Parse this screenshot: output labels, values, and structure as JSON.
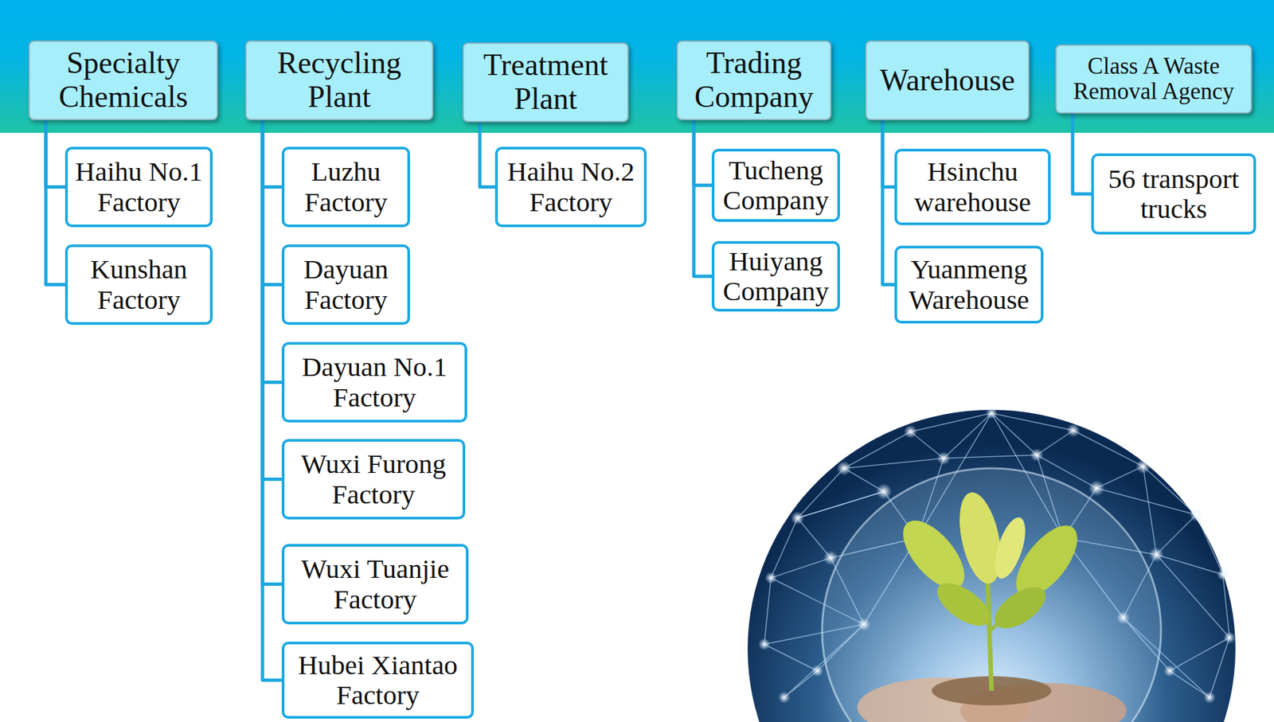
{
  "diagram": {
    "nodes": [
      {
        "text": [
          "Specialty Chemicals"
        ]
      },
      {
        "text": [
          "Haihu No.1 Factory"
        ]
      },
      {
        "text": [
          "Kunshan Factory"
        ]
      },
      {
        "text": [
          "Recycling Plant"
        ]
      },
      {
        "text": [
          "Luzhu Factory"
        ]
      },
      {
        "text": [
          "Dayuan Factory"
        ]
      },
      {
        "text": [
          "Dayuan No.1 Factory"
        ]
      },
      {
        "text": [
          "Wuxi Furong Factory"
        ]
      },
      {
        "text": [
          "Wuxi Tuanjie Factory"
        ]
      },
      {
        "text": [
          "Hubei Xiantao Factory"
        ]
      },
      {
        "text": [
          "Treatment Plant"
        ]
      },
      {
        "text": [
          "Haihu No.2 Factory"
        ]
      },
      {
        "text": [
          "Trading Company"
        ]
      },
      {
        "text": [
          "Tucheng Company"
        ]
      },
      {
        "text": [
          "Huiyang Company"
        ]
      },
      {
        "text": [
          "Warehouse"
        ]
      },
      {
        "text": [
          "Hsinchu warehouse"
        ]
      },
      {
        "text": [
          "Yuanmeng Warehouse"
        ]
      },
      {
        "text": [
          "Class A Waste Removal Agency"
        ]
      },
      {
        "text": [
          "56 transport trucks"
        ]
      }
    ],
    "edges": [
      {
        "from": 0,
        "to": 1,
        "arrow": "none"
      },
      {
        "from": 0,
        "to": 2,
        "arrow": "none"
      },
      {
        "from": 3,
        "to": 4,
        "arrow": "none"
      },
      {
        "from": 3,
        "to": 5,
        "arrow": "none"
      },
      {
        "from": 3,
        "to": 6,
        "arrow": "none"
      },
      {
        "from": 3,
        "to": 7,
        "arrow": "none"
      },
      {
        "from": 3,
        "to": 8,
        "arrow": "none"
      },
      {
        "from": 3,
        "to": 9,
        "arrow": "none"
      },
      {
        "from": 10,
        "to": 11,
        "arrow": "none"
      },
      {
        "from": 12,
        "to": 13,
        "arrow": "none"
      },
      {
        "from": 12,
        "to": 14,
        "arrow": "none"
      },
      {
        "from": 15,
        "to": 16,
        "arrow": "none"
      },
      {
        "from": 15,
        "to": 17,
        "arrow": "none"
      },
      {
        "from": 18,
        "to": 19,
        "arrow": "none"
      }
    ]
  }
}
